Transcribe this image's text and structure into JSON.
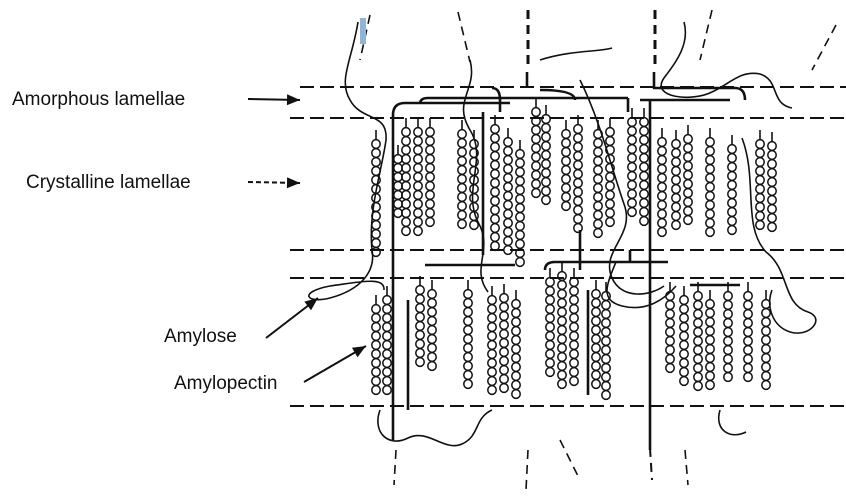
{
  "diagram": {
    "labels": {
      "amorphous": "Amorphous lamellae",
      "crystalline": "Crystalline lamellae",
      "amylose": "Amylose",
      "amylopectin": "Amylopectin"
    },
    "colors": {
      "ink": "#111111",
      "background": "#ffffff",
      "accent": "#8fb6d6"
    }
  }
}
